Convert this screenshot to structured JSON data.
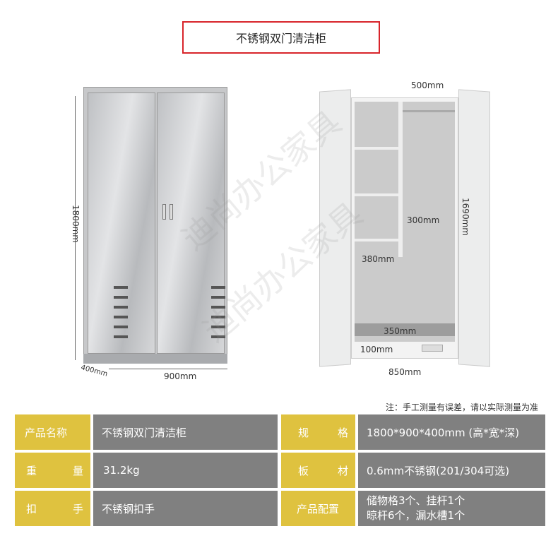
{
  "title": "不锈钢双门清洁柜",
  "watermark": "迪尚办公家具",
  "left_dims": {
    "height": "1800mm",
    "depth": "400mm",
    "width": "900mm"
  },
  "right_dims": {
    "top": "500mm",
    "shelf_h": "300mm",
    "shelf_w": "380mm",
    "inner_h": "1690mm",
    "tray": "350mm",
    "base": "100mm",
    "inner_w": "850mm"
  },
  "note": "注：手工测量有误差，请以实际测量为准",
  "specs": [
    {
      "label_a": "产品名称",
      "value": "不锈钢双门清洁柜"
    },
    {
      "label_a": "重",
      "label_b": "量",
      "value": "31.2kg"
    },
    {
      "label_a": "扣",
      "label_b": "手",
      "value": "不锈钢扣手"
    },
    {
      "label_a": "规",
      "label_b": "格",
      "value": "1800*900*400mm (高*宽*深)"
    },
    {
      "label_a": "板",
      "label_b": "材",
      "value": "0.6mm不锈钢(201/304可选)"
    },
    {
      "label_a": "产品配置",
      "value": "储物格3个、挂杆1个",
      "value2": "晾杆6个，漏水槽1个"
    }
  ]
}
